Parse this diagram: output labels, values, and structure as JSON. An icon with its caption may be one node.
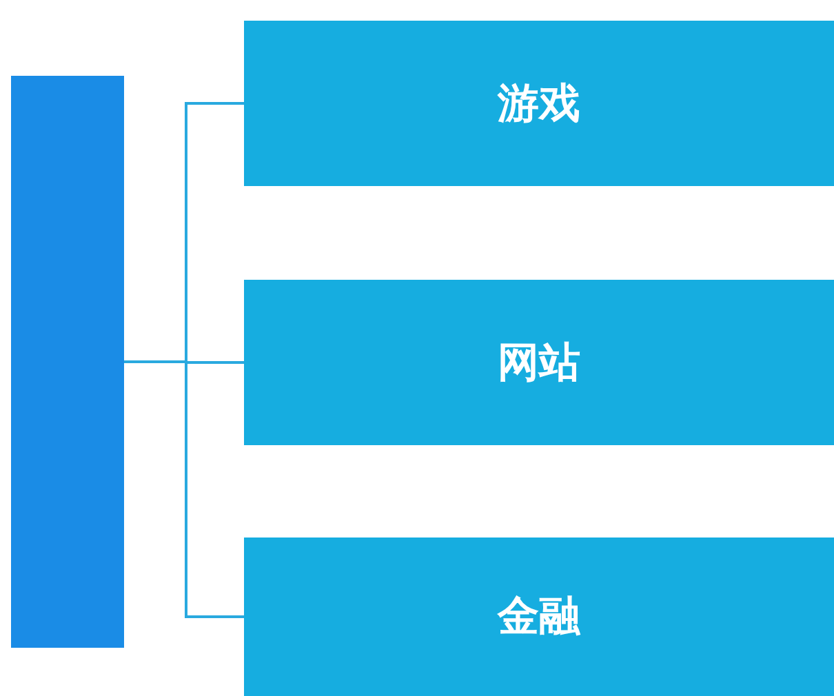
{
  "diagram": {
    "nodes": [
      {
        "text": [],
        "shape": "bar"
      },
      {
        "text": [
          "游戏"
        ]
      },
      {
        "text": [
          "网站"
        ]
      },
      {
        "text": [
          "金融"
        ]
      }
    ],
    "edges": [
      {
        "from": 0,
        "to": 1,
        "arrow": "none"
      },
      {
        "from": 0,
        "to": 2,
        "arrow": "none"
      },
      {
        "from": 0,
        "to": 3,
        "arrow": "none"
      }
    ]
  }
}
